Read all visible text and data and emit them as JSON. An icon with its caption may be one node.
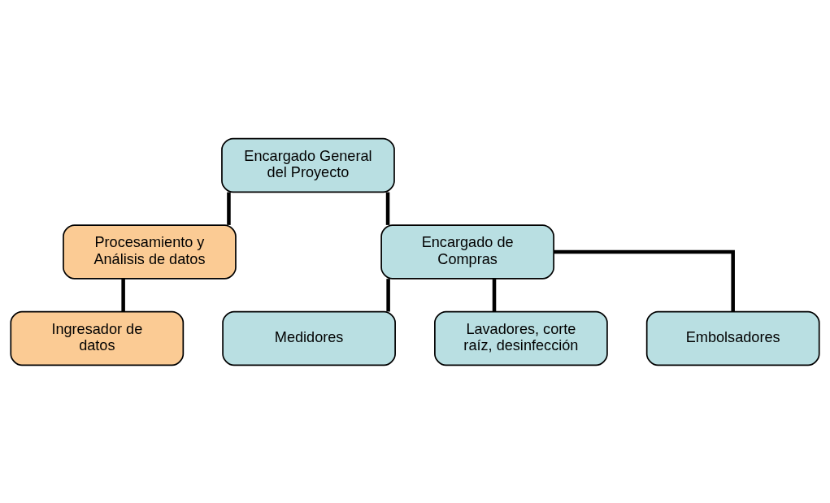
{
  "diagram": {
    "nodes": [
      {
        "text": [
          "Encargado General del Proyecto"
        ]
      },
      {
        "text": [
          "Procesamiento y Análisis de datos"
        ]
      },
      {
        "text": [
          "Ingresador de datos"
        ]
      },
      {
        "text": [
          "Encargado de Compras"
        ]
      },
      {
        "text": [
          "Medidores"
        ]
      },
      {
        "text": [
          "Lavadores, corte raíz, desinfección"
        ]
      },
      {
        "text": [
          "Embolsadores"
        ]
      }
    ],
    "edges": [
      {
        "from": 0,
        "to": 1,
        "arrow": "none"
      },
      {
        "from": 1,
        "to": 2,
        "arrow": "none"
      },
      {
        "from": 0,
        "to": 3,
        "arrow": "none"
      },
      {
        "from": 3,
        "to": 4,
        "arrow": "none"
      },
      {
        "from": 3,
        "to": 5,
        "arrow": "none"
      },
      {
        "from": 3,
        "to": 6,
        "arrow": "none"
      }
    ]
  }
}
